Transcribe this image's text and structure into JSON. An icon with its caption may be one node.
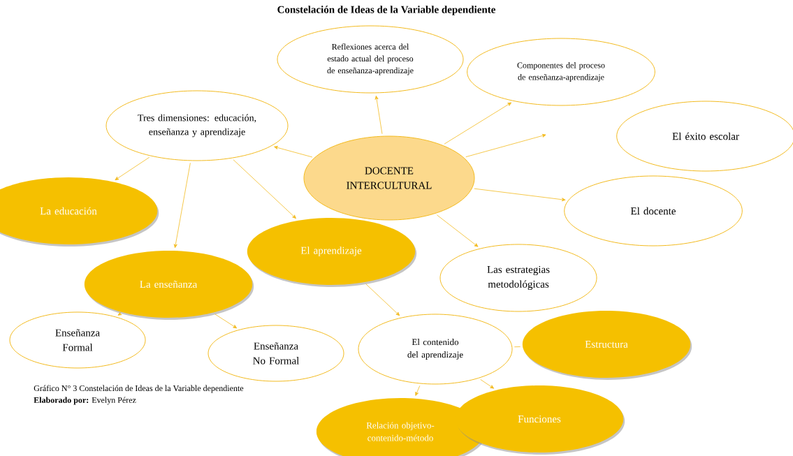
{
  "diagram": {
    "title": "Constelación de Ideas de la Variable dependiente",
    "caption": "Gráfico N°  3 Constelación de Ideas de la Variable dependiente",
    "nodes": [
      {
        "text": [
          "DOCENTE INTERCULTURAL"
        ]
      },
      {
        "text": [
          "Reflexiones acerca del estado actual del proceso de enseñanza-aprendizaje"
        ]
      },
      {
        "text": [
          "Componentes del proceso de enseñanza-aprendizaje"
        ]
      },
      {
        "text": [
          "Tres dimensiones: educación, enseñanza y aprendizaje"
        ]
      },
      {
        "text": [
          "El éxito escolar"
        ]
      },
      {
        "text": [
          "La educación"
        ]
      },
      {
        "text": [
          "El docente"
        ]
      },
      {
        "text": [
          "El aprendizaje"
        ]
      },
      {
        "text": [
          "Las estrategias metodológicas"
        ]
      },
      {
        "text": [
          "La enseñanza"
        ]
      },
      {
        "text": [
          "Enseñanza Formal"
        ]
      },
      {
        "text": [
          "Enseñanza No Formal"
        ]
      },
      {
        "text": [
          "El contenido del aprendizaje"
        ]
      },
      {
        "text": [
          "Estructura"
        ]
      },
      {
        "text": [
          "Relación objetivo-contenido-método"
        ]
      },
      {
        "text": [
          "Funciones"
        ]
      }
    ],
    "edges": [
      {
        "from": 0,
        "to": 1,
        "arrow": "to"
      },
      {
        "from": 0,
        "to": 2,
        "arrow": "to"
      },
      {
        "from": 0,
        "to": null,
        "arrow": "to"
      },
      {
        "from": 0,
        "to": 3,
        "arrow": "to"
      },
      {
        "from": 0,
        "to": 6,
        "arrow": "to"
      },
      {
        "from": 0,
        "to": 8,
        "arrow": "to"
      },
      {
        "from": 3,
        "to": 5,
        "arrow": "to"
      },
      {
        "from": 3,
        "to": 9,
        "arrow": "to"
      },
      {
        "from": 3,
        "to": 7,
        "arrow": "to"
      },
      {
        "from": 9,
        "to": 10,
        "arrow": "to"
      },
      {
        "from": 9,
        "to": 11,
        "arrow": "to"
      },
      {
        "from": 7,
        "to": 12,
        "arrow": "to"
      },
      {
        "from": 12,
        "to": 13,
        "arrow": "none"
      },
      {
        "from": 12,
        "to": 14,
        "arrow": "to"
      },
      {
        "from": 12,
        "to": 15,
        "arrow": "to"
      }
    ],
    "labels": [
      "**Elaborado por:** Evelyn Pérez"
    ]
  }
}
